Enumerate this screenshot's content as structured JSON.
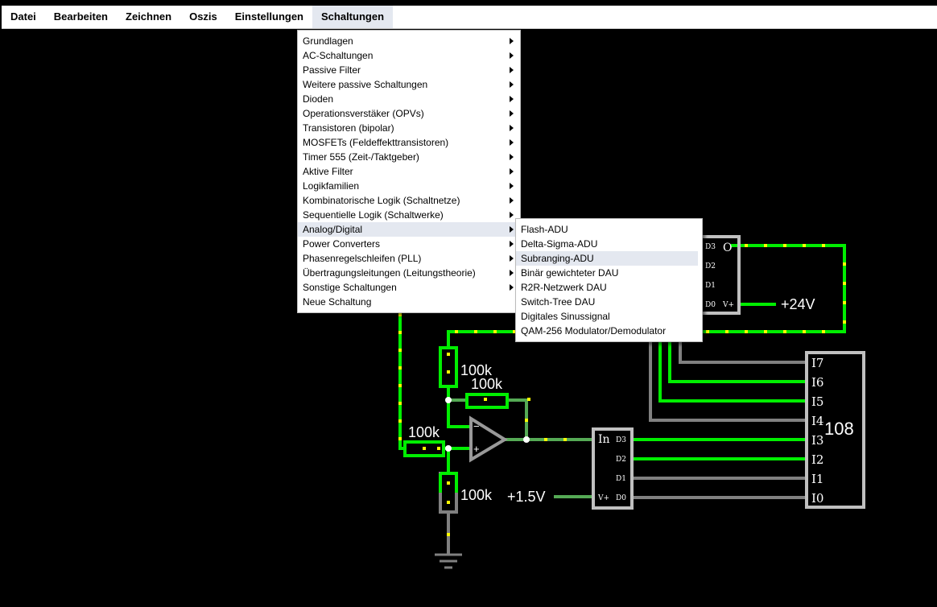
{
  "menubar": {
    "items": [
      "Datei",
      "Bearbeiten",
      "Zeichnen",
      "Oszis",
      "Einstellungen",
      "Schaltungen"
    ]
  },
  "menu": {
    "items": [
      {
        "label": "Grundlagen",
        "submenu": true
      },
      {
        "label": "AC-Schaltungen",
        "submenu": true
      },
      {
        "label": "Passive Filter",
        "submenu": true
      },
      {
        "label": "Weitere passive Schaltungen",
        "submenu": true
      },
      {
        "label": "Dioden",
        "submenu": true
      },
      {
        "label": "Operationsverstäker (OPVs)",
        "submenu": true
      },
      {
        "label": "Transistoren (bipolar)",
        "submenu": true
      },
      {
        "label": "MOSFETs (Feldeffekttransistoren)",
        "submenu": true
      },
      {
        "label": "Timer 555 (Zeit-/Taktgeber)",
        "submenu": true
      },
      {
        "label": "Aktive Filter",
        "submenu": true
      },
      {
        "label": "Logikfamilien",
        "submenu": true
      },
      {
        "label": "Kombinatorische Logik (Schaltnetze)",
        "submenu": true
      },
      {
        "label": "Sequentielle Logik (Schaltwerke)",
        "submenu": true
      },
      {
        "label": "Analog/Digital",
        "submenu": true
      },
      {
        "label": "Power Converters",
        "submenu": true
      },
      {
        "label": "Phasenregelschleifen (PLL)",
        "submenu": true
      },
      {
        "label": "Übertragungsleitungen (Leitungstheorie)",
        "submenu": true
      },
      {
        "label": "Sonstige Schaltungen",
        "submenu": true
      },
      {
        "label": "Neue Schaltung",
        "submenu": false
      }
    ]
  },
  "submenu": {
    "items": [
      "Flash-ADU",
      "Delta-Sigma-ADU",
      "Subranging-ADU",
      "Binär gewichteter DAU",
      "R2R-Netzwerk DAU",
      "Switch-Tree DAU",
      "Digitales Sinussignal",
      "QAM-256 Modulator/Demodulator"
    ]
  },
  "circuit": {
    "r1_label": "100k",
    "r2_label": "100k",
    "r3_label": "100k",
    "r4_label": "100k",
    "v_in_label": "+1.5V",
    "v_supply_label": "+24V",
    "opamp_minus": "−",
    "opamp_plus": "+",
    "adc1": {
      "in": "In",
      "pins": [
        "D3",
        "D2",
        "D1",
        "D0"
      ],
      "vplus": "V+"
    },
    "adc2": {
      "out": "O",
      "pins": [
        "D3",
        "D2",
        "D1",
        "D0"
      ],
      "vplus": "V+"
    },
    "display": {
      "inputs": [
        "I7",
        "I6",
        "I5",
        "I4",
        "I3",
        "I2",
        "I1",
        "I0"
      ],
      "value": "108"
    }
  },
  "colors": {
    "wire_high": "#00ee00",
    "wire_low": "#808080",
    "wire_mid": "#55aa55",
    "current_dot": "#ffff00",
    "menu_highlight": "#e4e8f0"
  }
}
